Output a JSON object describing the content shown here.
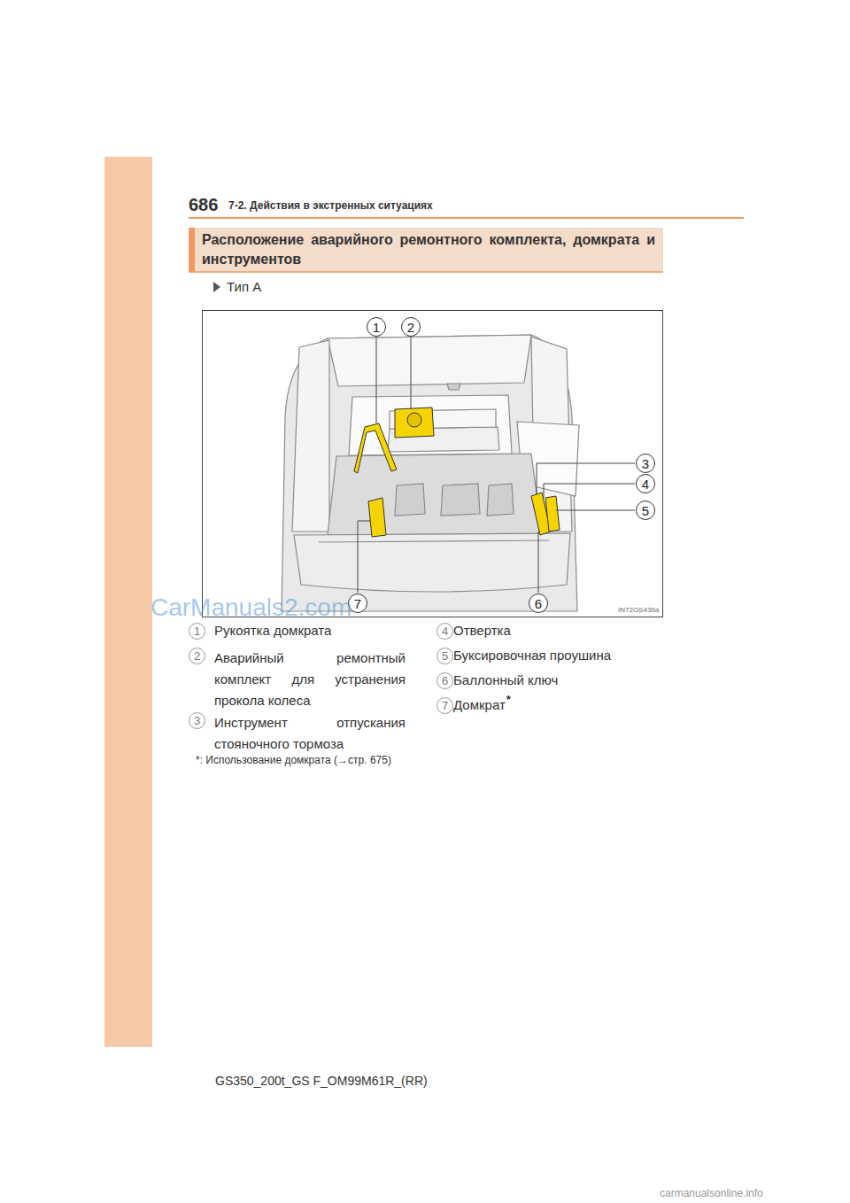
{
  "diagram": {
    "title": "Расположение аварийного ремонтного комплекта, домкрата и инструментов",
    "nodes": [
      {
        "text": [
          "1"
        ]
      },
      {
        "text": [
          "2"
        ]
      },
      {
        "text": [
          "3"
        ]
      },
      {
        "text": [
          "4"
        ]
      },
      {
        "text": [
          "5"
        ]
      },
      {
        "text": [
          "6"
        ]
      },
      {
        "text": [
          "7"
        ]
      },
      {
        "text": [
          "1"
        ]
      },
      {
        "text": [
          "2"
        ]
      },
      {
        "text": [
          "3"
        ]
      },
      {
        "text": [
          "4"
        ]
      },
      {
        "text": [
          "5"
        ]
      },
      {
        "text": [
          "6"
        ]
      },
      {
        "text": [
          "7"
        ]
      }
    ],
    "labels": [
      "686",
      "7-2. Действия в экстренных ситуациях",
      "Тип А",
      "IN72GS439a",
      "Рукоятка домкрата",
      "Аварийный ремонтный комплект для устранения прокола колеса",
      "Инструмент отпускания стояночного тормоза",
      "Отвертка",
      "Буксировочная проушина",
      "Баллонный ключ",
      "Домкрат",
      "*",
      "*: Использование домкрата (→стр. 675)",
      "GS350_200t_GS F_OM99M61R_(RR)",
      "CarManuals2.com",
      "carmanualsonline.info"
    ]
  }
}
